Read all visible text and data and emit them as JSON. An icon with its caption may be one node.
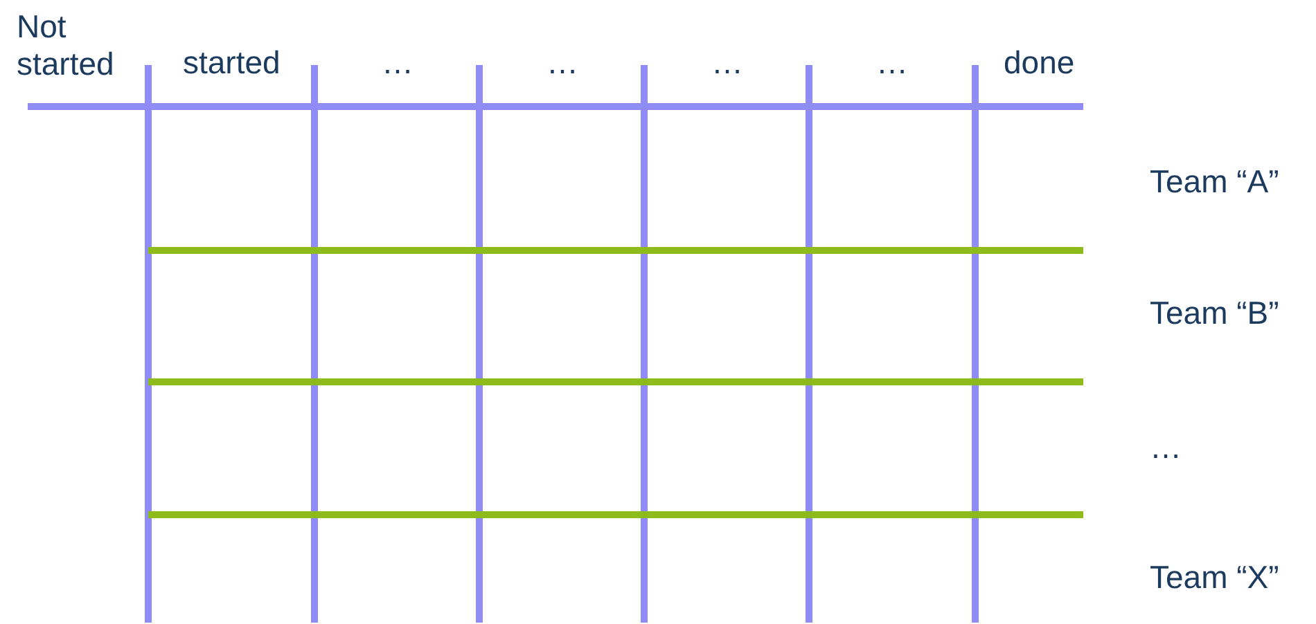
{
  "diagram": {
    "labels": [
      "Not started",
      "started",
      "…",
      "…",
      "…",
      "…",
      "done",
      "Team “A”",
      "Team “B”",
      "…",
      "Team “X”"
    ]
  }
}
